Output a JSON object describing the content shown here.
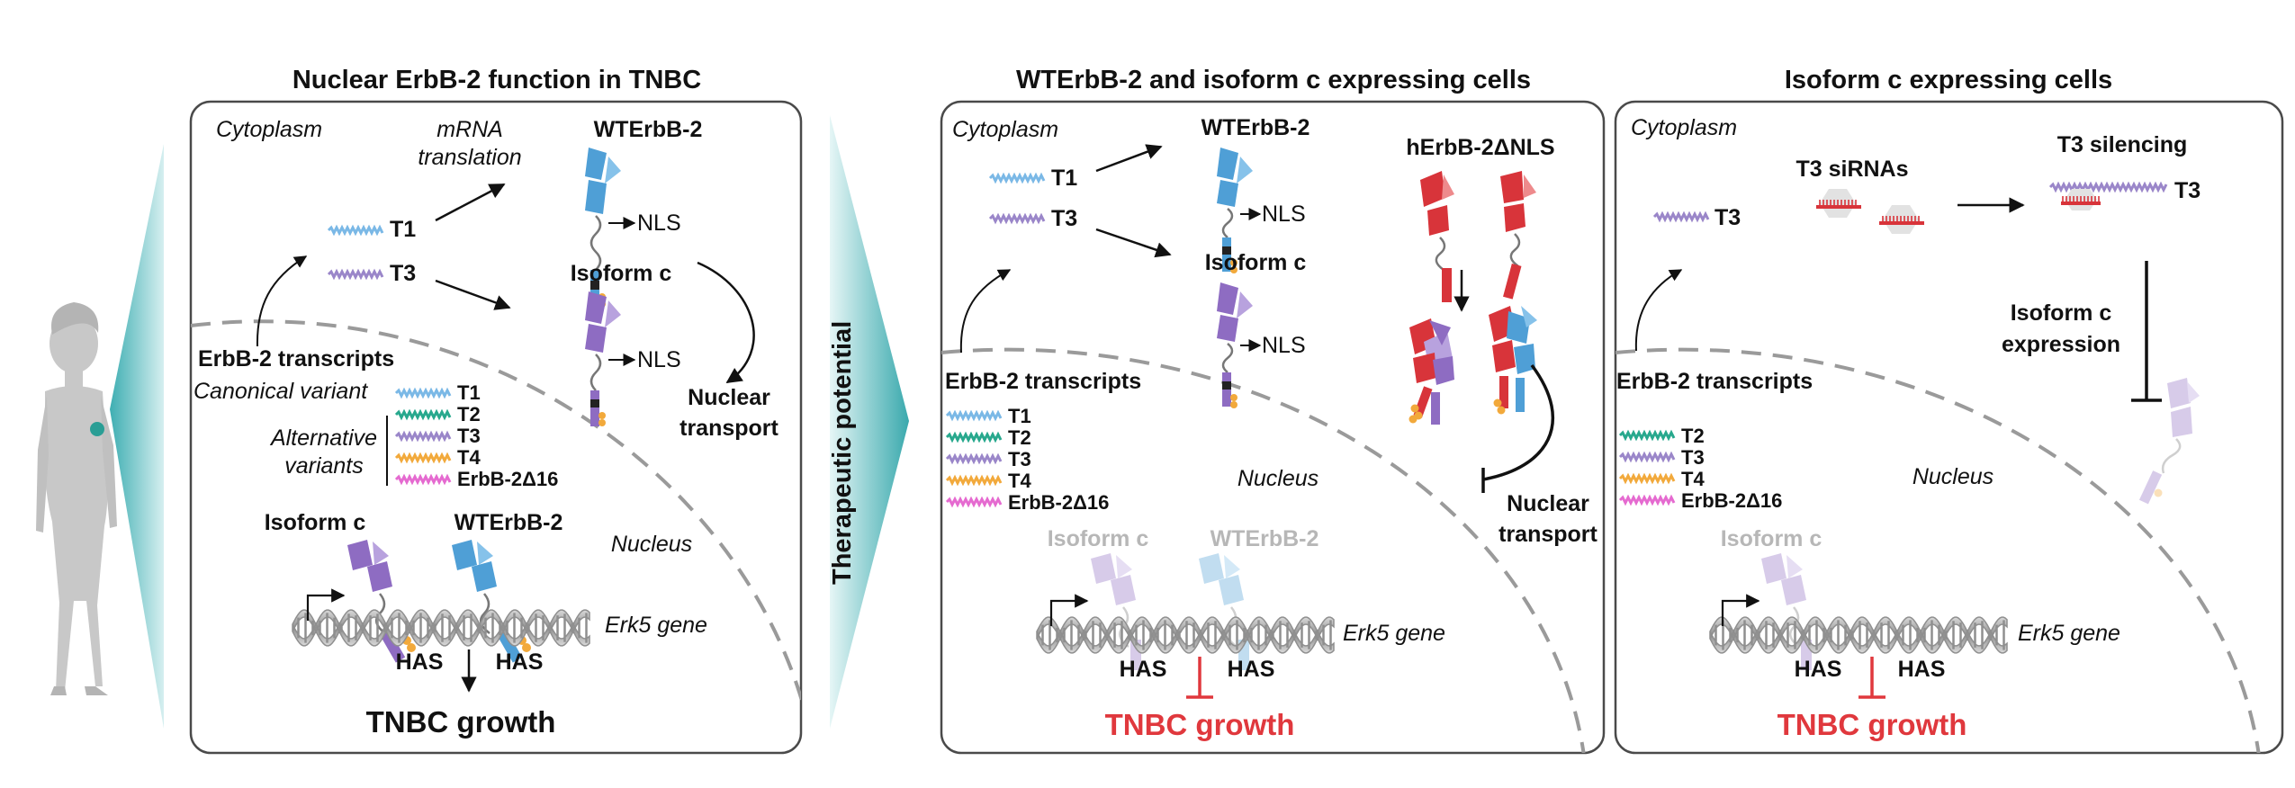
{
  "titles": {
    "panel1": "Nuclear ErbB-2 function in TNBC",
    "panel2": "WTErbB-2 and isoform c expressing cells",
    "panel3": "Isoform c expressing cells",
    "therapeutic": "Therapeutic potential"
  },
  "panel1": {
    "cytoplasm": "Cytoplasm",
    "mrna_line1": "mRNA",
    "mrna_line2": "translation",
    "wt": "WTErbB-2",
    "t1": "T1",
    "t3": "T3",
    "nls_top": "NLS",
    "isoform": "Isoform c",
    "nls_bottom": "NLS",
    "nuclear_line1": "Nuclear",
    "nuclear_line2": "transport",
    "transcripts": "ErbB-2 transcripts",
    "canonical": "Canonical variant",
    "alt_line1": "Alternative",
    "alt_line2": "variants",
    "variants": [
      "T1",
      "T2",
      "T3",
      "T4",
      "ErbB-2Δ16"
    ],
    "nucleus": "Nucleus",
    "iso_dna": "Isoform c",
    "wt_dna": "WTErbB-2",
    "has_left": "HAS",
    "has_right": "HAS",
    "gene": "Erk5 gene",
    "growth": "TNBC growth"
  },
  "panel2": {
    "cytoplasm": "Cytoplasm",
    "t1": "T1",
    "t3": "T3",
    "wt": "WTErbB-2",
    "nls_top": "NLS",
    "isoform": "Isoform c",
    "nls_bottom": "NLS",
    "hdnls": "hErbB-2ΔNLS",
    "transcripts": "ErbB-2 transcripts",
    "variants": [
      "T1",
      "T2",
      "T3",
      "T4",
      "ErbB-2Δ16"
    ],
    "nucleus": "Nucleus",
    "nuclear_line1": "Nuclear",
    "nuclear_line2": "transport",
    "iso_dna": "Isoform c",
    "wt_dna": "WTErbB-2",
    "gene": "Erk5 gene",
    "has_left": "HAS",
    "has_right": "HAS",
    "growth": "TNBC growth"
  },
  "panel3": {
    "cytoplasm": "Cytoplasm",
    "t3": "T3",
    "sirna": "T3 siRNAs",
    "silencing": "T3 silencing",
    "t3_right": "T3",
    "iso_expr_line1": "Isoform c",
    "iso_expr_line2": "expression",
    "transcripts": "ErbB-2 transcripts",
    "variants": [
      "T2",
      "T3",
      "T4",
      "ErbB-2Δ16"
    ],
    "nucleus": "Nucleus",
    "iso_dna": "Isoform c",
    "gene": "Erk5 gene",
    "has_left": "HAS",
    "has_right": "HAS",
    "growth": "TNBC growth"
  },
  "colors": {
    "t1": "#7ab8e6",
    "t2": "#27a88d",
    "t3": "#9a86c9",
    "t4": "#f2a93b",
    "d16": "#e56ad0",
    "wt_protein": "#4f9fd6",
    "iso_protein": "#8e6cc2",
    "mutant_protein": "#d8343a",
    "inhibit_red": "#e0383d",
    "teal": "#4eb5b8",
    "nuclear_dash": "#9a9a9a",
    "panel_border": "#4a4a4a"
  }
}
